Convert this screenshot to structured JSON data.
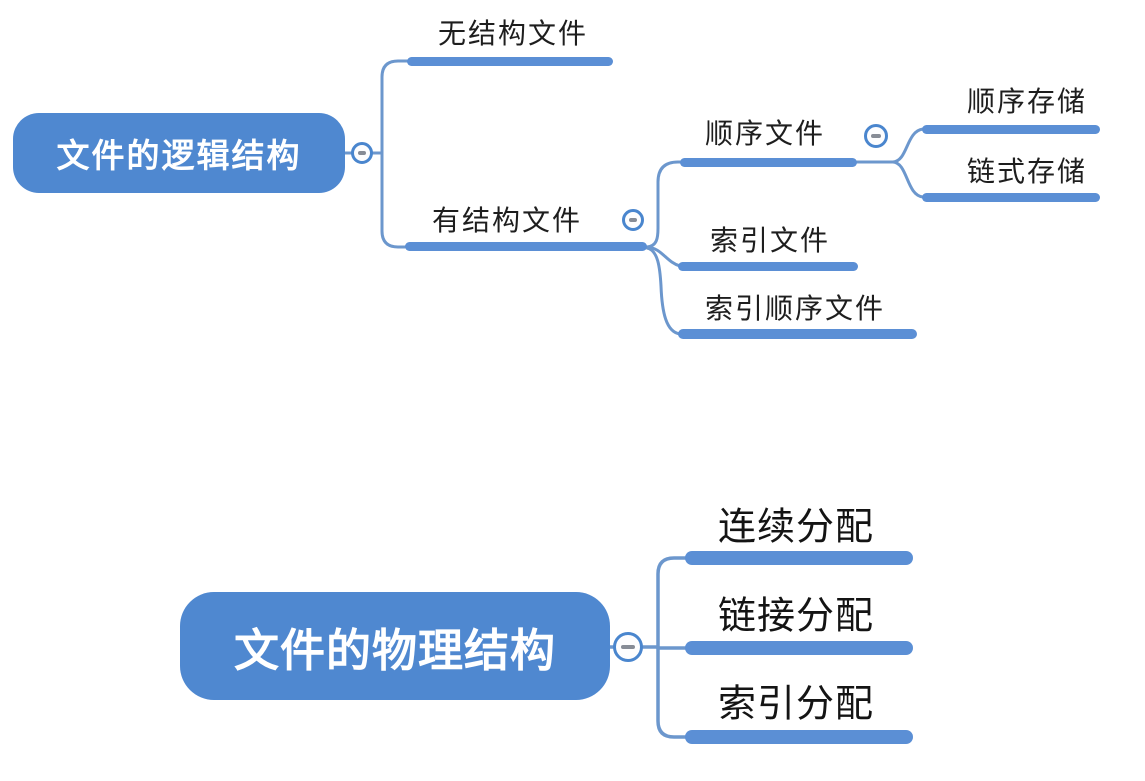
{
  "app": {
    "type": "mindmap-canvas",
    "background_color": "#ffffff"
  },
  "colors": {
    "root_node_fill": "#4f88d0",
    "root_node_text": "#ffffff",
    "topic_underline": "#5b8fd5",
    "branch_line": "#6c97cd",
    "collapse_button_border": "#4a86ce",
    "collapse_button_fill": "#fdfdfe",
    "collapse_button_dash": "#878c96",
    "topic_text": "#1e1e1e"
  },
  "icons": {
    "collapse_button": "minus-icon"
  },
  "mindmap": {
    "trees": [
      {
        "root": {
          "label": "文件的逻辑结构"
        },
        "children": [
          {
            "label": "无结构文件",
            "children": []
          },
          {
            "label": "有结构文件",
            "children": [
              {
                "label": "顺序文件",
                "children": [
                  {
                    "label": "顺序存储"
                  },
                  {
                    "label": "链式存储"
                  }
                ]
              },
              {
                "label": "索引文件"
              },
              {
                "label": "索引顺序文件"
              }
            ]
          }
        ]
      },
      {
        "root": {
          "label": "文件的物理结构"
        },
        "children": [
          {
            "label": "连续分配"
          },
          {
            "label": "链接分配"
          },
          {
            "label": "索引分配"
          }
        ]
      }
    ]
  }
}
